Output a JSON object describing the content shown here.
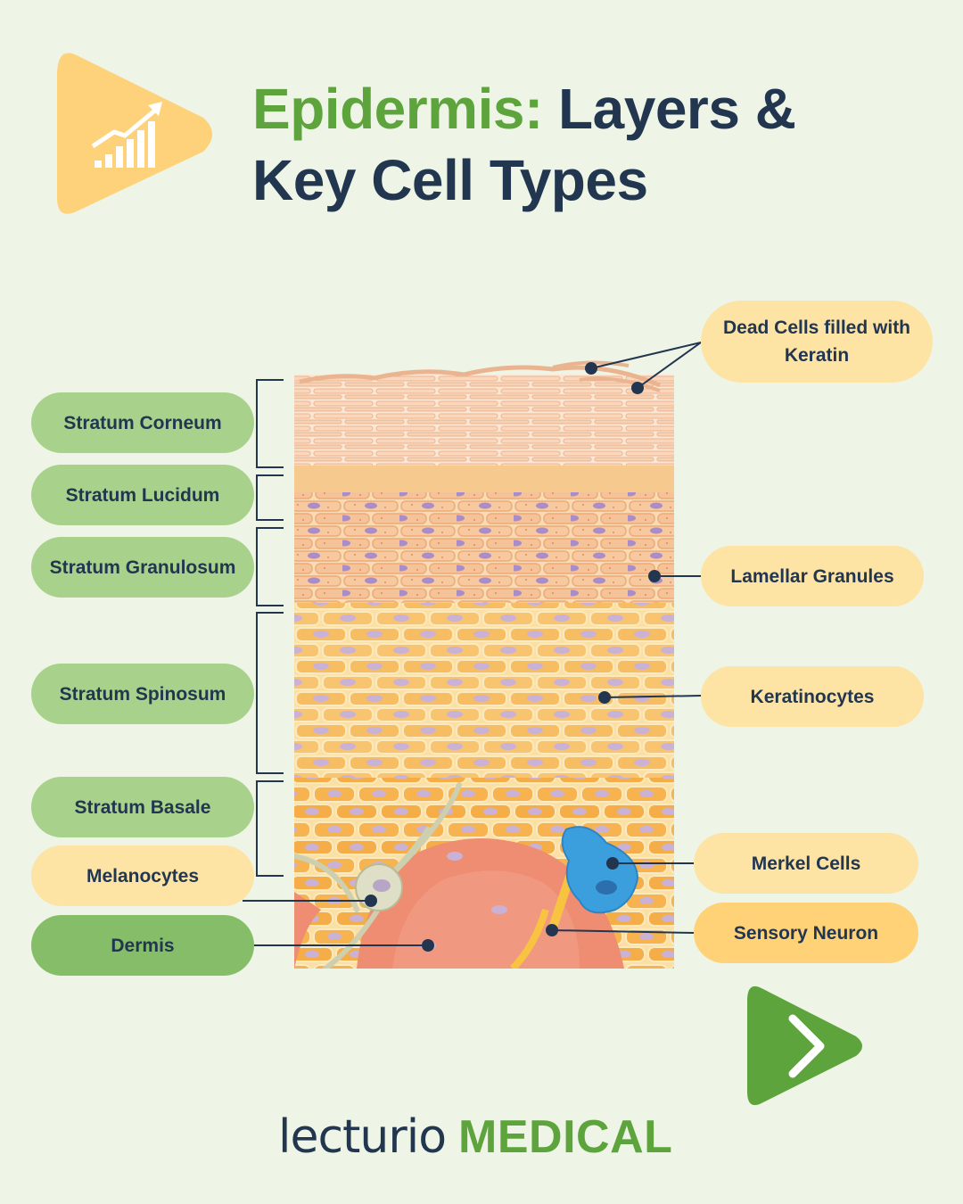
{
  "title": {
    "highlight": "Epidermis:",
    "rest_line1": "Layers &",
    "line2": "Key Cell Types"
  },
  "layers_left": [
    "Stratum Corneum",
    "Stratum Lucidum",
    "Stratum Granulosum",
    "Stratum Spinosum",
    "Stratum Basale",
    "Melanocytes",
    "Dermis"
  ],
  "labels_right": [
    "Dead Cells filled with Keratin",
    "Lamellar Granules",
    "Keratinocytes",
    "Merkel Cells",
    "Sensory Neuron"
  ],
  "icons": {
    "top": "growth-chart-icon",
    "next": "chevron-right-icon"
  },
  "logo": {
    "word": "lecturio",
    "suffix": "MEDICAL"
  },
  "colors": {
    "background": "#eef5e6",
    "title_green": "#5ea43c",
    "title_navy": "#22364f",
    "pill_light_green": "#a8d18b",
    "pill_dark_green": "#85bd69",
    "pill_light_yellow": "#fde3a4",
    "pill_dark_yellow": "#ffd277"
  }
}
